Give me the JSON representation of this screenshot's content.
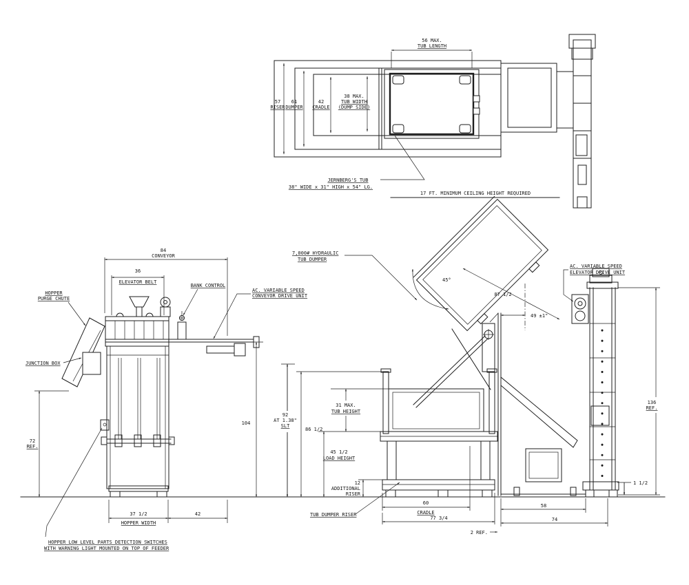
{
  "style": {
    "background": "#ffffff",
    "line_color": "#1d1d1d"
  },
  "top_view": {
    "dim_riser": {
      "value": "57",
      "label": "RISER"
    },
    "dim_dumper": {
      "value": "61",
      "label": "DUMPER"
    },
    "dim_cradle": {
      "value": "42",
      "label": "CRADLE"
    },
    "dim_tub_width": {
      "value": "38 MAX.",
      "label1": "TUB WIDTH",
      "label2": "(DUMP SIDE)"
    },
    "dim_tub_length": {
      "value": "56 MAX.",
      "label": "TUB LENGTH"
    },
    "tub_note1": "JERNBERG'S TUB",
    "tub_note2": "38\" WIDE x 31\" HIGH x 54\" LG.",
    "ceiling_note": "17 FT. MINIMUM CEILING HEIGHT REQUIRED"
  },
  "front_view": {
    "dim_conveyor": {
      "value": "84",
      "label": "CONVEYOR"
    },
    "dim_elevator_belt": {
      "value": "36",
      "label": "ELEVATOR BELT"
    },
    "bank_control": "BANK CONTROL",
    "hopper_purge1": "HOPPER",
    "hopper_purge2": "PURGE CHUTE",
    "conveyor_drive1": "AC. VARIABLE SPEED",
    "conveyor_drive2": "CONVEYOR DRIVE UNIT",
    "junction_box": "JUNCTION BOX",
    "dim_72": "72",
    "dim_72_ref": "REF.",
    "dim_hopper_width": {
      "value": "37 1/2",
      "label": "HOPPER WIDTH"
    },
    "dim_42": "42",
    "switch_note1": "HOPPER LOW LEVEL PARTS DETECTION SWITCHES",
    "switch_note2": "WITH WARNING LIGHT MOUNTED ON TOP OF FEEDER"
  },
  "side_view": {
    "tub_dumper1": "7,000# HYDRAULIC",
    "tub_dumper2": "TUB DUMPER",
    "elevator_drive1": "AC. VARIABLE SPEED",
    "elevator_drive2": "ELEVATOR DRIVE UNIT",
    "dim_angle": "45°",
    "dim_swing": "87 1/2",
    "dim_49": "49 ±1\"",
    "dim_104": "104",
    "dim_92_1": "92",
    "dim_92_2": "AT 1.38\"",
    "dim_92_3": "SLT",
    "dim_86": "86 1/2",
    "dim_tub_height1": "31 MAX.",
    "dim_tub_height2": "TUB HEIGHT",
    "dim_load1": "45 1/2",
    "dim_load2": "LOAD HEIGHT",
    "dim_riser1": "12",
    "dim_riser2": "ADDITIONAL",
    "dim_riser3": "RISER",
    "tub_dumper_riser": "TUB DUMPER RISER",
    "dim_cradle_v": "60",
    "dim_cradle_l": "CRADLE",
    "dim_77": "77 3/4",
    "dim_2ref": "2 REF.",
    "dim_58": "58",
    "dim_74": "74",
    "dim_1half": "1 1/2",
    "dim_136": "136",
    "dim_136_ref": "REF."
  }
}
